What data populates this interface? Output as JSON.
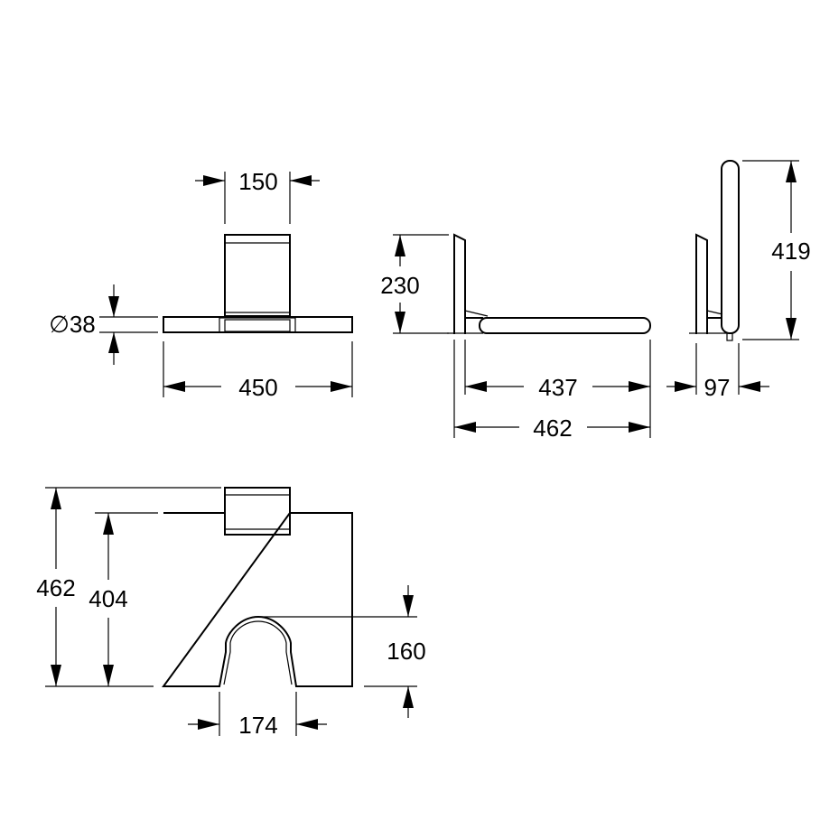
{
  "dimensions": {
    "front_width_bracket": "150",
    "tube_diameter": "∅38",
    "front_total_width": "450",
    "side_height": "230",
    "side_seat_depth": "437",
    "side_total_depth": "462",
    "folded_height": "419",
    "folded_depth": "97",
    "top_total_depth": "462",
    "top_seat_depth": "404",
    "cutout_depth": "160",
    "cutout_width": "174"
  },
  "colors": {
    "line": "#000000",
    "background": "#ffffff"
  }
}
